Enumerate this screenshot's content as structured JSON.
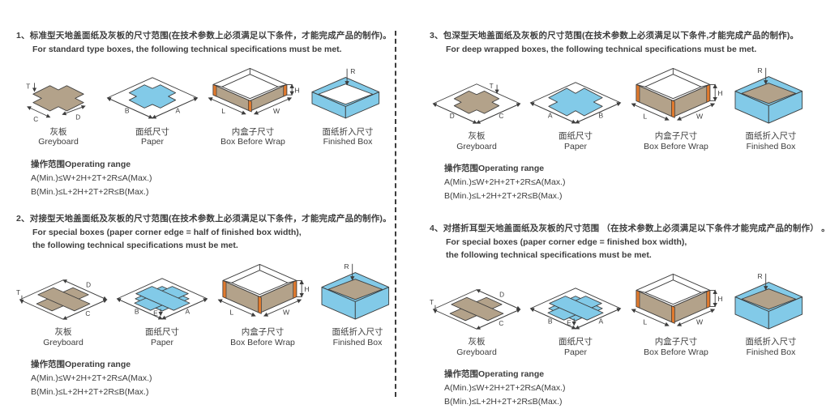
{
  "colors": {
    "ink": "#3d3d3d",
    "tan": "#b3a28a",
    "blue": "#82cae8",
    "orange": "#e07a2e"
  },
  "sections": [
    {
      "title_cn": "1、标准型天地盖面纸及灰板的尺寸范围(在技术参数上必须满足以下条件，才能完成产品的制作)。",
      "title_en": [
        "For standard type boxes, the following technical specifications must be met."
      ],
      "diagrams": [
        {
          "caption_cn": "灰板",
          "caption_en": "Greyboard",
          "labels": {
            "t": "T",
            "c": "C",
            "d": "D"
          }
        },
        {
          "caption_cn": "面纸尺寸",
          "caption_en": "Paper",
          "labels": {
            "left": "B",
            "right": "A"
          }
        },
        {
          "caption_cn": "内盒子尺寸",
          "caption_en": "Box Before Wrap",
          "labels": {
            "l": "L",
            "w": "W",
            "h": "H"
          }
        },
        {
          "caption_cn": "面纸折入尺寸",
          "caption_en": "Finished Box",
          "labels": {
            "r": "R"
          }
        }
      ],
      "operating": {
        "heading": "操作范围Operating range",
        "formula_a": "A(Min.)≤W+2H+2T+2R≤A(Max.)",
        "formula_b": "B(Min.)≤L+2H+2T+2R≤B(Max.)"
      }
    },
    {
      "title_cn": "2、对接型天地盖面纸及灰板的尺寸范围(在技术参数上必须满足以下条件，才能完成产品的制作)。",
      "title_en": [
        "For special boxes (paper corner edge = half of finished box width),",
        "the following technical specifications must be met."
      ],
      "diagrams": [
        {
          "caption_cn": "灰板",
          "caption_en": "Greyboard",
          "labels": {
            "t": "T",
            "top": "D",
            "bottom": "C"
          }
        },
        {
          "caption_cn": "面纸尺寸",
          "caption_en": "Paper",
          "labels": {
            "left": "B",
            "e": "E",
            "right": "A"
          }
        },
        {
          "caption_cn": "内盒子尺寸",
          "caption_en": "Box Before Wrap",
          "labels": {
            "l": "L",
            "w": "W",
            "h": "H"
          }
        },
        {
          "caption_cn": "面纸折入尺寸",
          "caption_en": "Finished Box",
          "labels": {
            "r": "R"
          }
        }
      ],
      "operating": {
        "heading": "操作范围Operating range",
        "formula_a": "A(Min.)≤W+2H+2T+2R≤A(Max.)",
        "formula_b": "B(Min.)≤L+2H+2T+2R≤B(Max.)"
      }
    },
    {
      "title_cn": "3、包深型天地盖面纸及灰板的尺寸范围(在技术参数上必须满足以下条件,才能完成产品的制作)。",
      "title_en": [
        "For deep wrapped boxes, the following technical specifications must be met."
      ],
      "diagrams": [
        {
          "caption_cn": "灰板",
          "caption_en": "Greyboard",
          "labels": {
            "t": "T",
            "left": "D",
            "right": "C"
          }
        },
        {
          "caption_cn": "面纸尺寸",
          "caption_en": "Paper",
          "labels": {
            "left": "A",
            "right": "B"
          }
        },
        {
          "caption_cn": "内盒子尺寸",
          "caption_en": "Box Before Wrap",
          "labels": {
            "l": "L",
            "w": "W",
            "h": "H"
          }
        },
        {
          "caption_cn": "面纸折入尺寸",
          "caption_en": "Finished Box",
          "labels": {
            "r": "R"
          }
        }
      ],
      "operating": {
        "heading": "操作范围Operating range",
        "formula_a": "A(Min.)≤W+2H+2T+2R≤A(Max.)",
        "formula_b": "B(Min.)≤L+2H+2T+2R≤B(Max.)"
      }
    },
    {
      "title_cn": "4、对搭折耳型天地盖面纸及灰板的尺寸范围 （在技术参数上必须满足以下条件才能完成产品的制作） 。",
      "title_en": [
        "For special boxes (paper corner edge = finished box width),",
        "the following technical specifications must be met."
      ],
      "diagrams": [
        {
          "caption_cn": "灰板",
          "caption_en": "Greyboard",
          "labels": {
            "t": "T",
            "top": "D",
            "bottom": "C"
          }
        },
        {
          "caption_cn": "面纸尺寸",
          "caption_en": "Paper",
          "labels": {
            "left": "B",
            "e": "E",
            "right": "A"
          }
        },
        {
          "caption_cn": "内盒子尺寸",
          "caption_en": "Box Before Wrap",
          "labels": {
            "l": "L",
            "w": "W",
            "h": "H"
          }
        },
        {
          "caption_cn": "面纸折入尺寸",
          "caption_en": "Finished Box",
          "labels": {
            "r": "R"
          }
        }
      ],
      "operating": {
        "heading": "操作范围Operating range",
        "formula_a": "A(Min.)≤W+2H+2T+2R≤A(Max.)",
        "formula_b": "B(Min.)≤L+2H+2T+2R≤B(Max.)"
      }
    }
  ]
}
